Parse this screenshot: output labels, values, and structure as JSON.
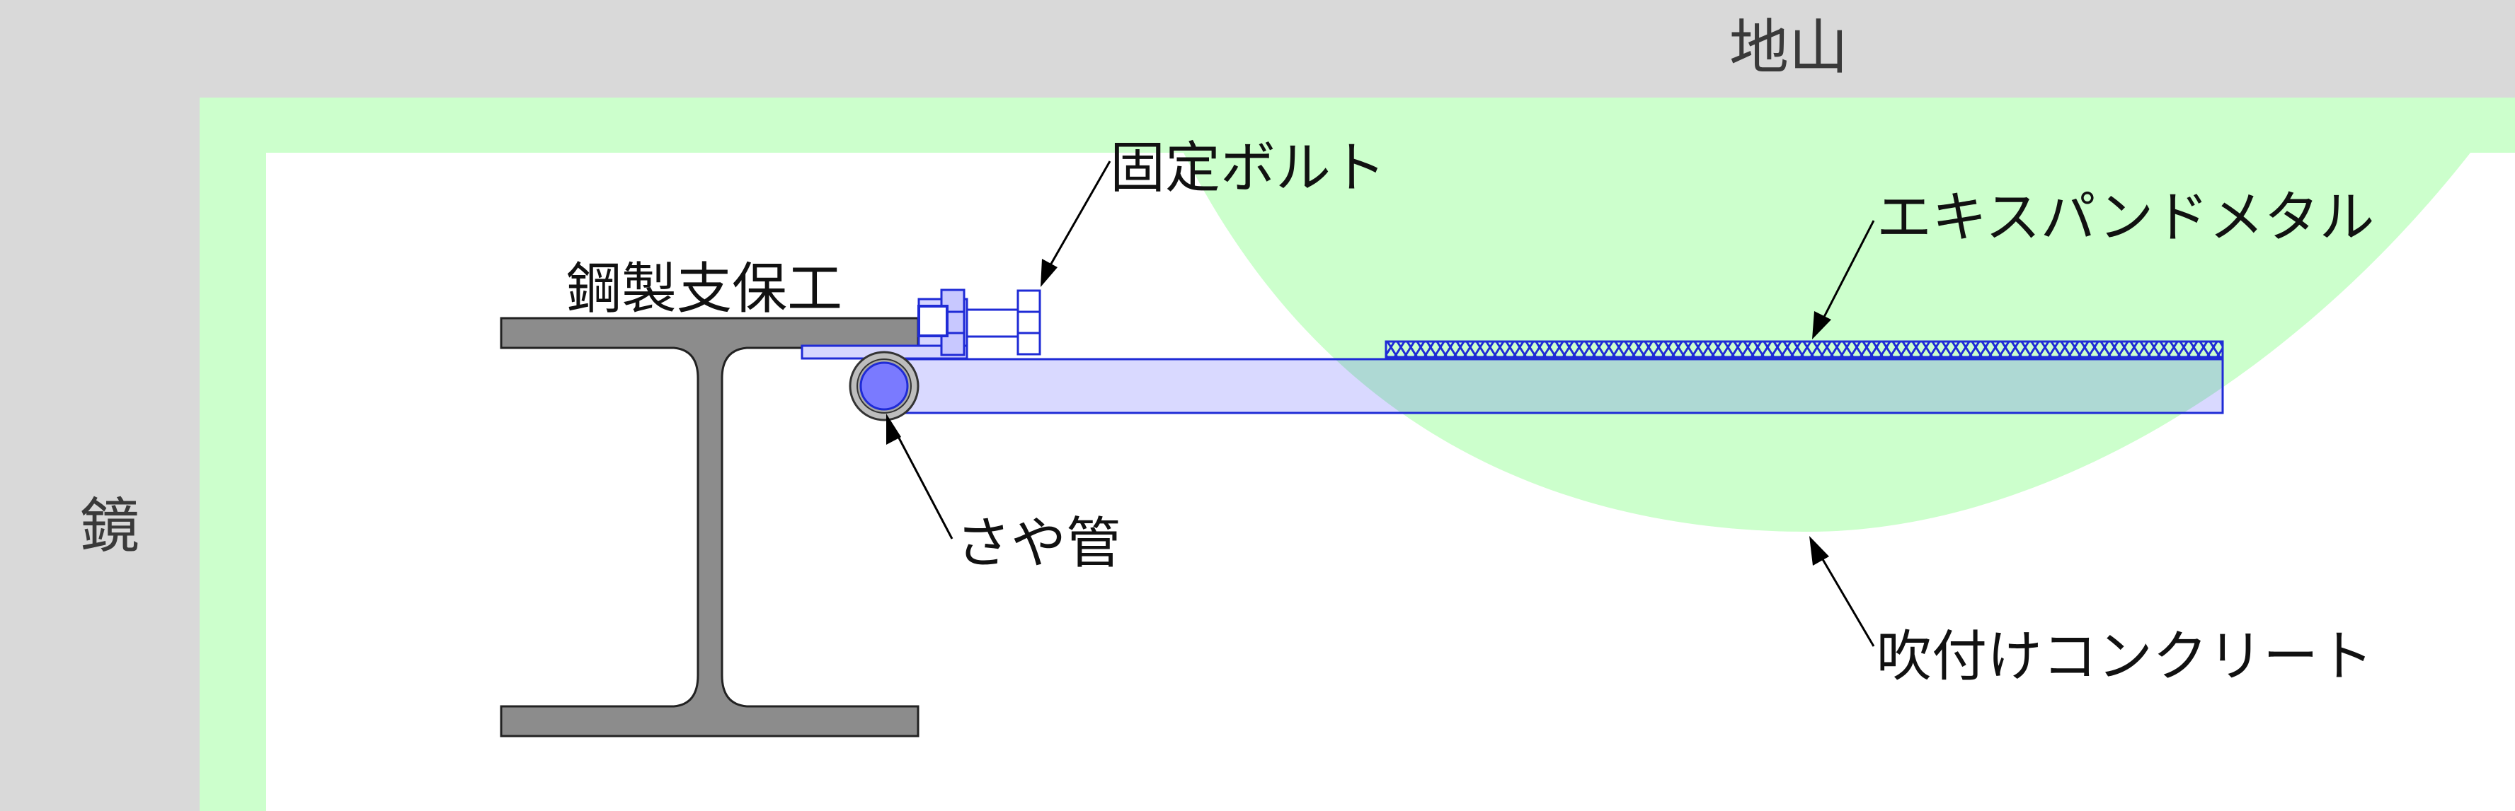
{
  "labels": {
    "ground": "地山",
    "face": "鏡",
    "steel_support": "鋼製支保工",
    "fixing_bolt": "固定ボルト",
    "expanded_metal": "エキスパンドメタル",
    "sleeve_pipe": "さや管",
    "shotcrete": "吹付けコンクリート"
  },
  "colors": {
    "ground": "#d9d9d9",
    "shotcrete": "#ccffcc",
    "steel": "#8c8c8c",
    "bolt_parts": "#1f2bd6",
    "plate_fill": "#d6d6ff",
    "pipe_core": "#7a7aff",
    "leader": "#000000"
  },
  "icons": {
    "arrow": "leader-arrowhead"
  }
}
